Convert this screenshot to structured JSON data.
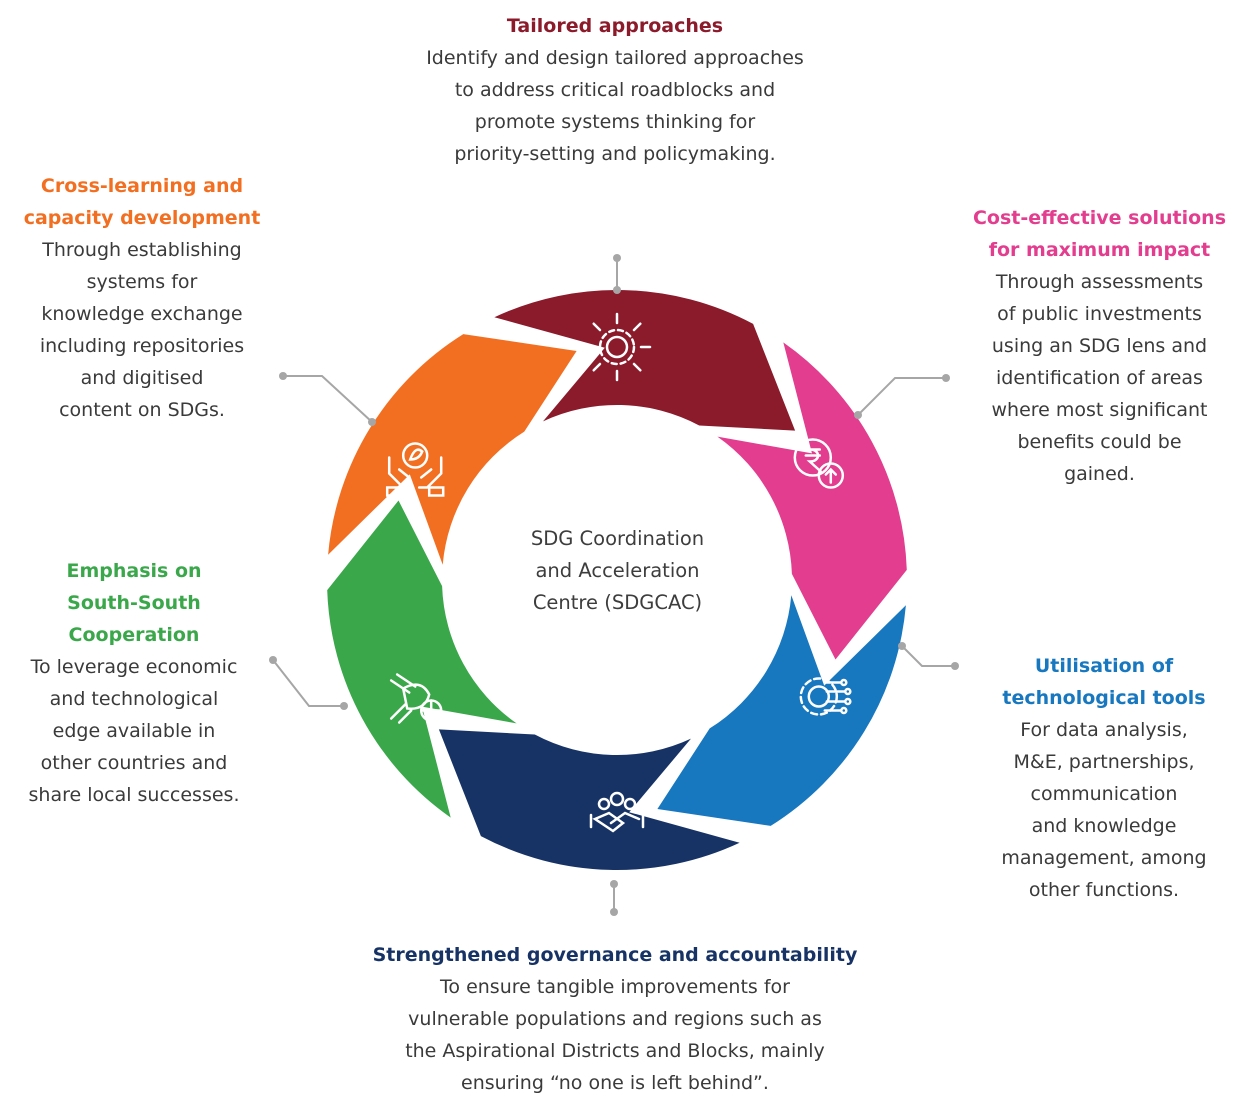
{
  "center": {
    "label": "SDG Coordination\nand Acceleration\nCentre (SDGCAC)"
  },
  "colors": {
    "top": "#8b1a2b",
    "top_right": "#e23d8e",
    "bottom_right": "#1777bf",
    "bottom": "#173366",
    "bottom_left": "#3aa74a",
    "top_left": "#f26f21",
    "connector": "#a6a6a6"
  },
  "segments": [
    {
      "id": "top",
      "icon": "gear-arrows-icon"
    },
    {
      "id": "top_right",
      "icon": "rupee-up-arrow-icon"
    },
    {
      "id": "bottom_right",
      "icon": "gear-circuit-icon"
    },
    {
      "id": "bottom",
      "icon": "people-handshake-icon"
    },
    {
      "id": "bottom_left",
      "icon": "joined-hands-globe-icon"
    },
    {
      "id": "top_left",
      "icon": "hands-leaf-globe-icon"
    }
  ],
  "blocks": {
    "top": {
      "title": "Tailored approaches",
      "body": "Identify and design tailored approaches\nto address critical roadblocks and\npromote systems thinking for\npriority-setting and policymaking."
    },
    "top_right": {
      "title": "Cost-effective solutions\nfor maximum impact",
      "body": "Through assessments\nof public investments\nusing an SDG lens and\nidentification of areas\nwhere most significant\nbenefits could be\ngained."
    },
    "bottom_right": {
      "title": "Utilisation of\ntechnological tools",
      "body": "For data analysis,\nM&E, partnerships,\ncommunication\nand knowledge\nmanagement, among\nother functions."
    },
    "bottom": {
      "title": "Strengthened governance and accountability",
      "body": "To ensure tangible improvements for\nvulnerable populations and regions such as\nthe Aspirational Districts and Blocks, mainly\nensuring “no one is left behind”."
    },
    "bottom_left": {
      "title": "Emphasis on\nSouth-South\nCooperation",
      "body": "To leverage economic\nand technological\nedge available in\nother countries and\nshare local successes."
    },
    "top_left": {
      "title": "Cross-learning and\ncapacity development",
      "body": "Through establishing\nsystems for\nknowledge exchange\nincluding repositories\nand digitised\ncontent on SDGs."
    }
  }
}
